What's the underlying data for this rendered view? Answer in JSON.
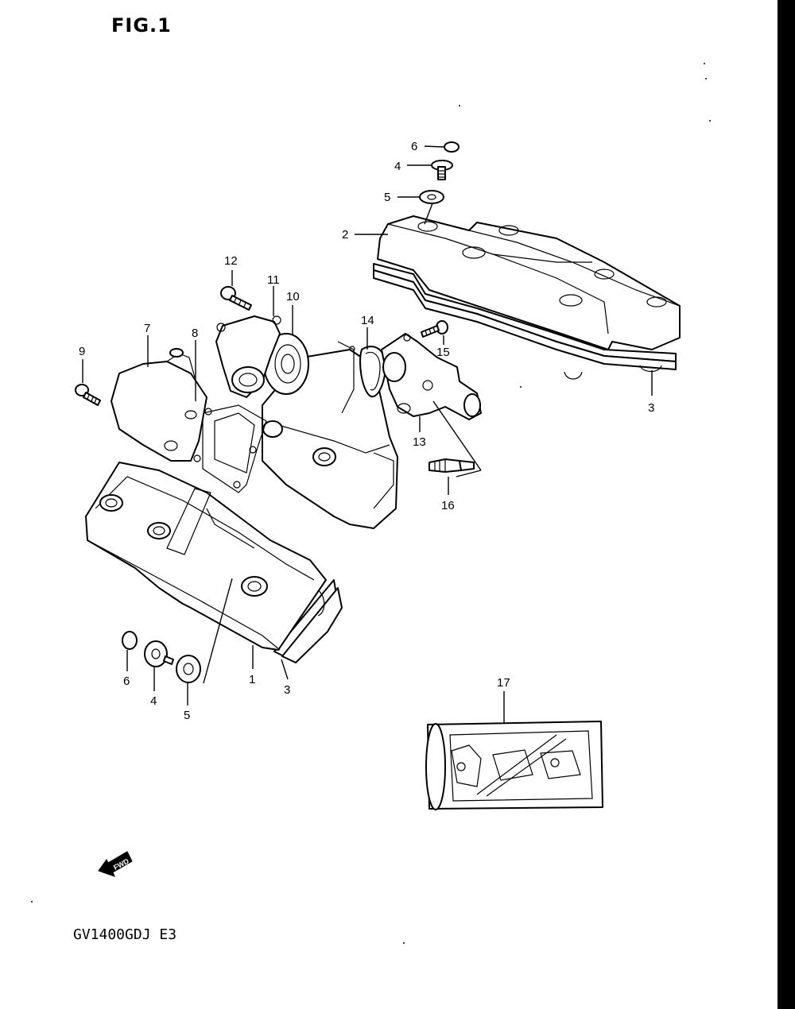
{
  "figure": {
    "title": "FIG.1",
    "model_code": "GV1400GDJ  E3",
    "fwd_label": "FWD"
  },
  "callouts": [
    {
      "id": "c6a",
      "label": "6"
    },
    {
      "id": "c4a",
      "label": "4"
    },
    {
      "id": "c5a",
      "label": "5"
    },
    {
      "id": "c2",
      "label": "2"
    },
    {
      "id": "c3a",
      "label": "3"
    },
    {
      "id": "c12",
      "label": "12"
    },
    {
      "id": "c11",
      "label": "11"
    },
    {
      "id": "c10",
      "label": "10"
    },
    {
      "id": "c14",
      "label": "14"
    },
    {
      "id": "c15",
      "label": "15"
    },
    {
      "id": "c7",
      "label": "7"
    },
    {
      "id": "c8",
      "label": "8"
    },
    {
      "id": "c9",
      "label": "9"
    },
    {
      "id": "c13",
      "label": "13"
    },
    {
      "id": "c16",
      "label": "16"
    },
    {
      "id": "c1",
      "label": "1"
    },
    {
      "id": "c3b",
      "label": "3"
    },
    {
      "id": "c6b",
      "label": "6"
    },
    {
      "id": "c4b",
      "label": "4"
    },
    {
      "id": "c5b",
      "label": "5"
    },
    {
      "id": "c17",
      "label": "17"
    }
  ]
}
